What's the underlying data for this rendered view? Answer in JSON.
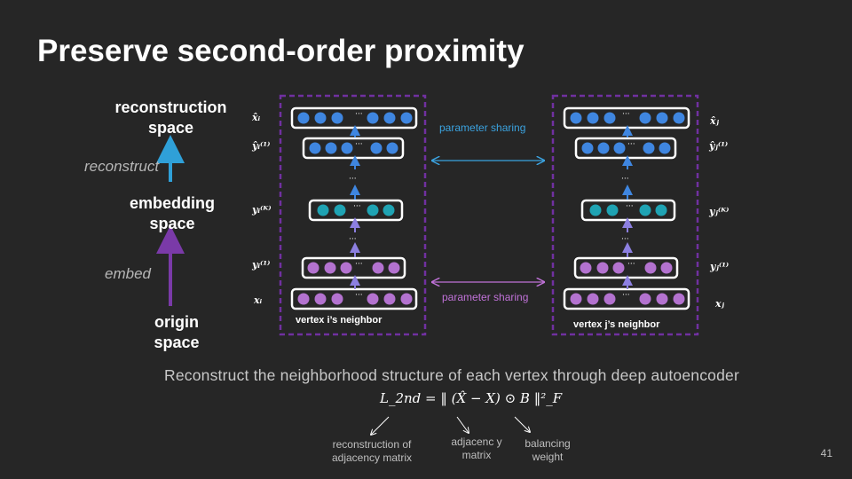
{
  "title": "Preserve second-order proximity",
  "left_axis": {
    "top": "reconstruction space",
    "middle": "embedding space",
    "bottom": "origin space",
    "reconstruct": "reconstruct",
    "embed": "embed"
  },
  "left_model": {
    "labels": [
      "x̂ᵢ",
      "ŷᵢ⁽¹⁾",
      "yᵢ⁽ᴷ⁾",
      "yᵢ⁽¹⁾",
      "xᵢ"
    ],
    "caption": "vertex i’s neighbor"
  },
  "right_model": {
    "labels": [
      "x̂ⱼ",
      "ŷⱼ⁽¹⁾",
      "yⱼ⁽ᴷ⁾",
      "yⱼ⁽¹⁾",
      "xⱼ"
    ],
    "caption": "vertex j’s neighbor"
  },
  "sharing_top": "parameter sharing",
  "sharing_bottom": "parameter sharing",
  "description": "Reconstruct the neighborhood  structure of each vertex through deep autoencoder",
  "formula": "L_2nd = ‖ (X̂ − X) ⊙ B ‖²_F",
  "annotations": {
    "a1": "reconstruction of adjacency matrix",
    "a2": "adjacenc y matrix",
    "a3": "balancing weight"
  },
  "page_number": "41",
  "colors": {
    "background": "#262626",
    "output_node": "#3f86e0",
    "embedding_node": "#1fa3b3",
    "input_node": "#b372cf",
    "dashed_box": "#7030a0",
    "top_share": "#3ba3e0",
    "bottom_share": "#c072d8",
    "axis_up": "#2fa0d8",
    "axis_embed": "#7a3aa8"
  }
}
